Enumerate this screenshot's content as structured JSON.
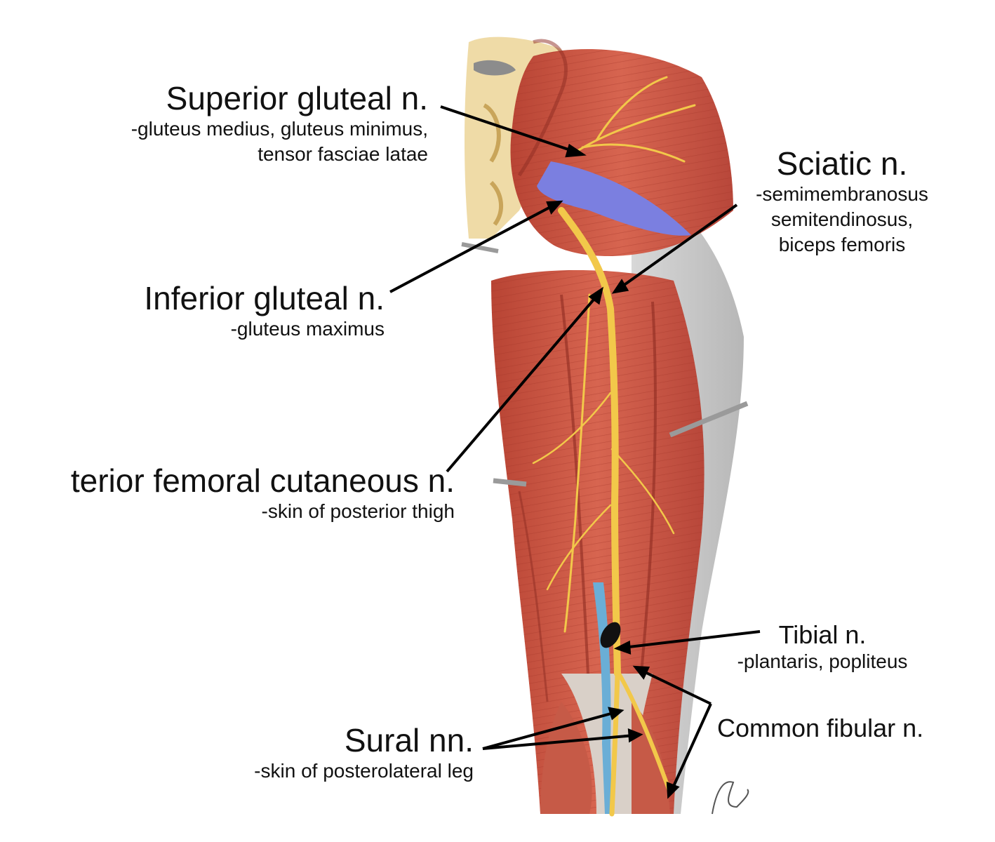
{
  "labels": {
    "superior_gluteal": {
      "title": "Superior gluteal n.",
      "desc_1": "-gluteus medius, gluteus minimus,",
      "desc_2": "tensor fasciae latae"
    },
    "sciatic": {
      "title": "Sciatic n.",
      "desc_1": "-semimembranosus",
      "desc_2": "semitendinosus,",
      "desc_3": "biceps femoris"
    },
    "inferior_gluteal": {
      "title": "Inferior gluteal n.",
      "desc_1": "-gluteus maximus"
    },
    "posterior_femoral_cutaneous": {
      "title": "terior femoral cutaneous n.",
      "desc_1": "-skin of posterior thigh"
    },
    "tibial": {
      "title": "Tibial n.",
      "desc_1": "-plantaris, popliteus"
    },
    "common_fibular": {
      "title": "Common fibular n."
    },
    "sural": {
      "title": "Sural nn.",
      "desc_1": "-skin of posterolateral leg"
    }
  },
  "colors": {
    "muscle": "#c9503f",
    "muscle_dark": "#9e3428",
    "nerve": "#f2c84a",
    "ligament": "#7b7fe0",
    "bone": "#f0dca8",
    "vein": "#6aaed6",
    "tendon": "#dcdcdc",
    "leader": "#000000"
  }
}
